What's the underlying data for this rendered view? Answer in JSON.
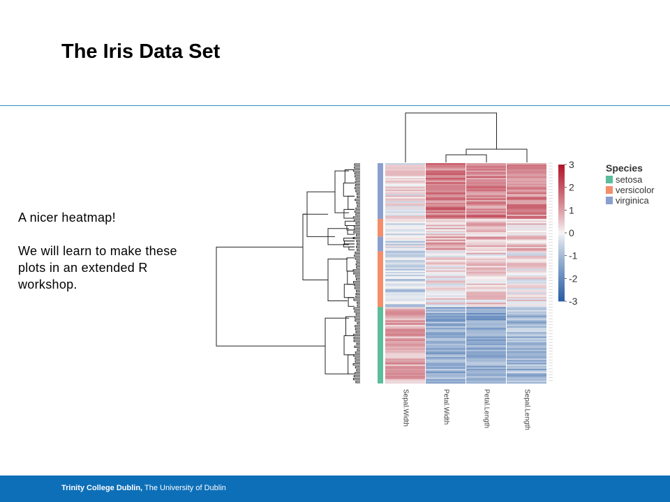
{
  "slide": {
    "title": "The Iris Data Set",
    "body_line1": "A nicer heatmap!",
    "body_line2": "We will learn to make these plots in an extended R workshop."
  },
  "footer": {
    "institution": "Trinity College Dublin,",
    "university": "The University of Dublin"
  },
  "chart_data": {
    "type": "heatmap",
    "columns": [
      "Sepal.Width",
      "Petal.Width",
      "Petal.Length",
      "Sepal.Length"
    ],
    "row_count": 150,
    "color_scale": {
      "min": -3,
      "max": 3,
      "ticks": [
        3,
        2,
        1,
        0,
        -1,
        -2,
        -3
      ],
      "low_color": "#2b5fa6",
      "mid_color": "#f7f7f7",
      "high_color": "#b2182b"
    },
    "annotation": {
      "title": "Species",
      "levels": [
        {
          "name": "setosa",
          "color": "#5bbd9a"
        },
        {
          "name": "versicolor",
          "color": "#f48d6a"
        },
        {
          "name": "virginica",
          "color": "#8b9fcf"
        }
      ]
    },
    "row_groups": [
      {
        "species": "virginica",
        "count": 38,
        "means": [
          0.1,
          1.45,
          1.4,
          1.3
        ]
      },
      {
        "species": "versicolor",
        "count": 12,
        "means": [
          -0.3,
          0.4,
          0.5,
          0.2
        ]
      },
      {
        "species": "virginica",
        "count": 10,
        "means": [
          -0.4,
          0.8,
          0.8,
          0.7
        ]
      },
      {
        "species": "versicolor",
        "count": 38,
        "means": [
          -0.6,
          0.2,
          0.3,
          0.1
        ]
      },
      {
        "species": "setosa",
        "count": 52,
        "means": [
          0.9,
          -1.2,
          -1.35,
          -1.0
        ]
      }
    ]
  }
}
